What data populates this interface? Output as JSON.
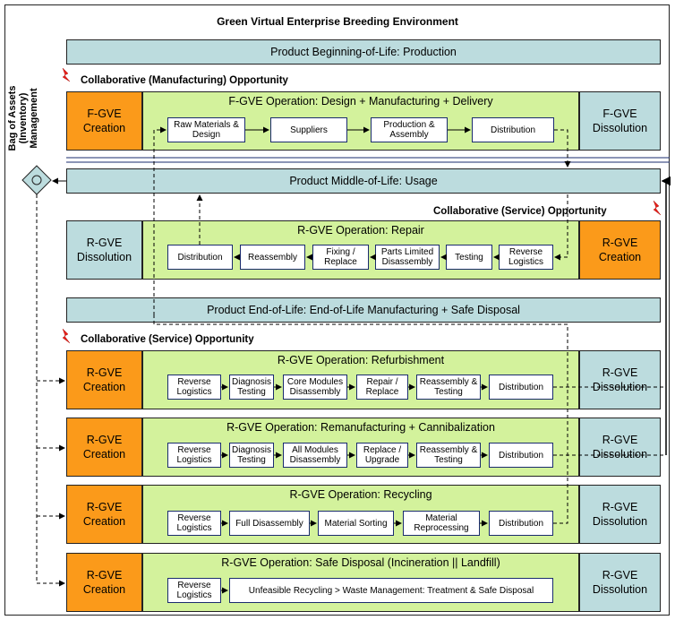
{
  "title": "Green Virtual Enterprise Breeding Environment",
  "side_label": [
    "Bag of Assets",
    "(Inventory)",
    "Management"
  ],
  "bands": {
    "bol": "Product Beginning-of-Life: Production",
    "mol": "Product Middle-of-Life: Usage",
    "eol": "Product End-of-Life: End-of-Life Manufacturing + Safe Disposal"
  },
  "opportunities": {
    "manufacturing": "Collaborative (Manufacturing) Opportunity",
    "service_mol": "Collaborative (Service)  Opportunity",
    "service_eol": "Collaborative (Service) Opportunity"
  },
  "fgve": {
    "creation": "F-GVE Creation",
    "title": "F-GVE Operation: Design + Manufacturing + Delivery",
    "dissolution": "F-GVE Dissolution",
    "steps": [
      "Raw Materials & Design",
      "Suppliers",
      "Production & Assembly",
      "Distribution"
    ]
  },
  "repair": {
    "dissolution": "R-GVE Dissolution",
    "title": "R-GVE Operation: Repair",
    "creation": "R-GVE Creation",
    "steps": [
      "Distribution",
      "Reassembly",
      "Fixing / Replace",
      "Parts Limited Disassembly",
      "Testing",
      "Reverse Logistics"
    ]
  },
  "refurbishment": {
    "creation": "R-GVE Creation",
    "title": "R-GVE Operation: Refurbishment",
    "dissolution": "R-GVE Dissolution",
    "steps": [
      "Reverse Logistics",
      "Diagnosis Testing",
      "Core Modules Disassembly",
      "Repair / Replace",
      "Reassembly & Testing",
      "Distribution"
    ]
  },
  "remanufacturing": {
    "creation": "R-GVE Creation",
    "title": "R-GVE Operation: Remanufacturing + Cannibalization",
    "dissolution": "R-GVE Dissolution",
    "steps": [
      "Reverse Logistics",
      "Diagnosis Testing",
      "All Modules Disassembly",
      "Replace / Upgrade",
      "Reassembly & Testing",
      "Distribution"
    ]
  },
  "recycling": {
    "creation": "R-GVE Creation",
    "title": "R-GVE Operation: Recycling",
    "dissolution": "R-GVE Dissolution",
    "steps": [
      "Reverse Logistics",
      "Full Disassembly",
      "Material Sorting",
      "Material Reprocessing",
      "Distribution"
    ]
  },
  "disposal": {
    "creation": "R-GVE Creation",
    "title": "R-GVE Operation: Safe Disposal (Incineration || Landfill)",
    "dissolution": "R-GVE Dissolution",
    "steps": [
      "Reverse Logistics",
      "Unfeasible Recycling > Waste Management: Treatment & Safe Disposal"
    ]
  },
  "colors": {
    "band": "#bcdcde",
    "operation": "#d3f29c",
    "creation": "#fb9a1a",
    "step_border": "#1a2b6e",
    "lightning": "#e8201a"
  }
}
